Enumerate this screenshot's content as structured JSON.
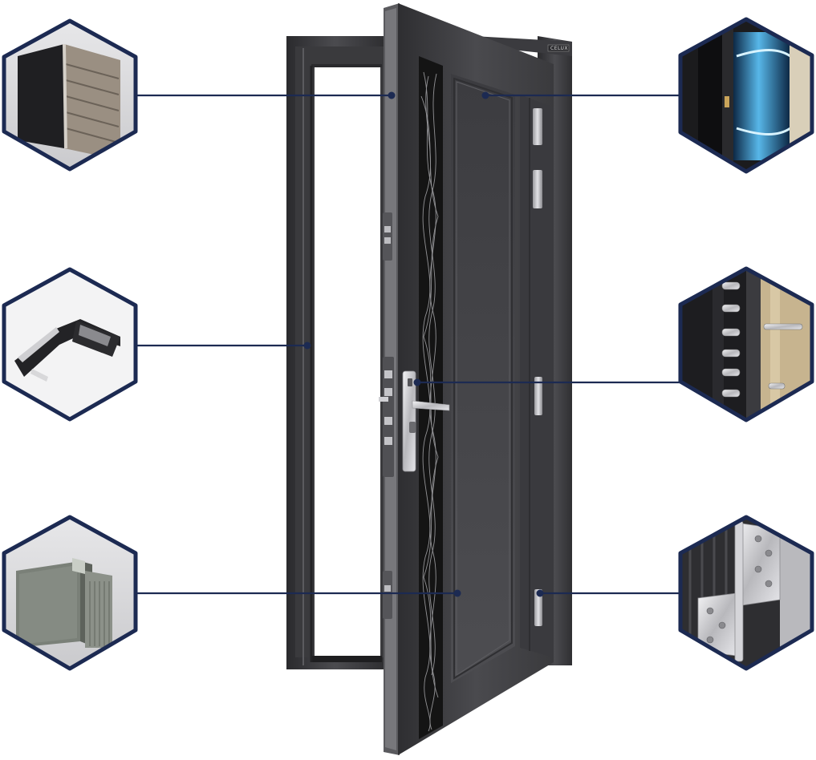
{
  "door": {
    "brand_plate": "CELUX",
    "colors": {
      "body": "#3f3f42",
      "frame": "#333336",
      "panel": "#454548",
      "glass": "#141414",
      "connector": "#1c2a52",
      "hex_border": "#1c2a52"
    }
  },
  "callouts": [
    {
      "side": "left",
      "icon": "frame-profile-section-icon"
    },
    {
      "side": "left",
      "icon": "sealing-strip-profile-icon"
    },
    {
      "side": "left",
      "icon": "door-leaf-extrusion-icon"
    },
    {
      "side": "right",
      "icon": "thermal-insulation-core-icon"
    },
    {
      "side": "right",
      "icon": "multipoint-lock-bolts-icon"
    },
    {
      "side": "right",
      "icon": "steel-hinge-icon"
    }
  ]
}
